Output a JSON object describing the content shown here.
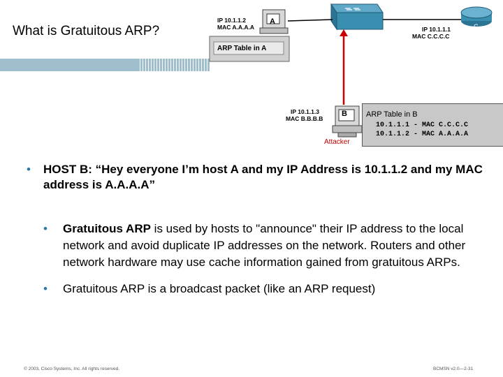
{
  "slide": {
    "title": "What is Gratuitous ARP?",
    "diagram": {
      "host_a": {
        "ip": "IP 10.1.1.2",
        "mac": "MAC A.A.A.A",
        "label": "A",
        "arp_table_title": "ARP Table in A"
      },
      "router_c": {
        "ip": "IP 10.1.1.1",
        "mac": "MAC C.C.C.C",
        "label": "C"
      },
      "host_b": {
        "ip": "IP 10.1.1.3",
        "mac": "MAC B.B.B.B",
        "label": "B",
        "role": "Attacker"
      },
      "arp_table_b": {
        "title": "ARP Table in B",
        "rows": [
          "10.1.1.1 - MAC C.C.C.C",
          "10.1.1.2 - MAC A.A.A.A"
        ]
      }
    },
    "bullets": {
      "level1": "HOST B: “Hey everyone I’m host A and my IP Address is 10.1.1.2 and my MAC address is A.A.A.A”",
      "level2_a_bold": "Gratuitous ARP",
      "level2_a_rest": " is used by hosts to \"announce\" their IP address to the local network and avoid duplicate IP addresses on the network. Routers and other network hardware may use cache information gained from gratuitous ARPs.",
      "level2_b": "Gratuitous ARP is a broadcast packet (like an ARP request)"
    },
    "footer": {
      "copyright": "© 2003, Cisco Systems, Inc. All rights reserved.",
      "code": "BCMSN v2.0—2-31"
    },
    "colors": {
      "accent_band": "#9fbfcf",
      "switch": "#3a8fb0",
      "attacker": "#c00000",
      "arrow": "#cc0000"
    }
  }
}
